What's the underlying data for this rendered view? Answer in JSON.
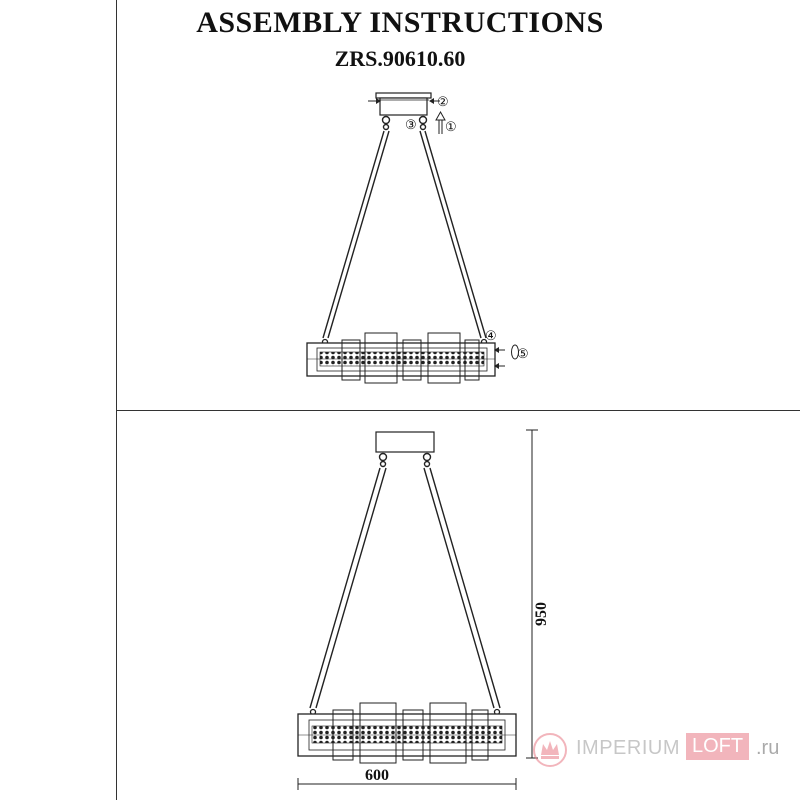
{
  "header": {
    "title": "ASSEMBLY INSTRUCTIONS",
    "model": "ZRS.90610.60"
  },
  "step_markers": {
    "m1": "①",
    "m2": "②",
    "m3": "③",
    "m4": "④",
    "m5": "⑤"
  },
  "dimensions": {
    "height": "950",
    "width": "600"
  },
  "watermark": {
    "brand": "IMPERIUM",
    "loft": "LOFT",
    "tld": ".ru"
  },
  "colors": {
    "line": "#333333",
    "watermark_pink": "#e87a86"
  }
}
